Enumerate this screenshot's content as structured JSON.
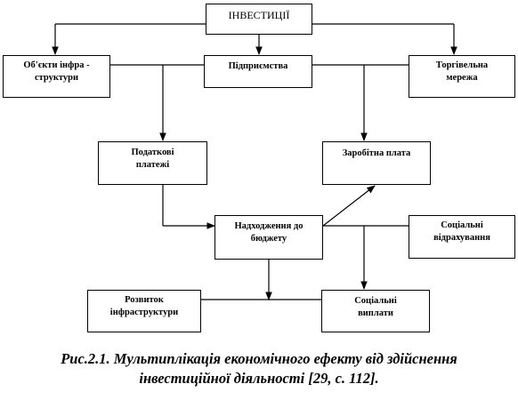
{
  "diagram": {
    "nodes": {
      "investments": "ІНВЕСТИЦІЇ",
      "infrastructure_objects": "Об'єкти інфра - структури",
      "enterprises": "Підприємства",
      "trade_network": "Торгівельна мережа",
      "tax_payments": "Податкові платежі",
      "wages": "Заробітна плата",
      "budget_revenues": "Надходження до бюджету",
      "social_deductions": "Соціальні відрахування",
      "infrastructure_development": "Розвиток інфраструктури",
      "social_payments": "Соціальні виплати"
    }
  },
  "caption": {
    "line1": "Рис.2.1. Мультиплікація економічного ефекту від здійснення",
    "line2": "інвестиційної діяльності [29, с. 112]."
  }
}
